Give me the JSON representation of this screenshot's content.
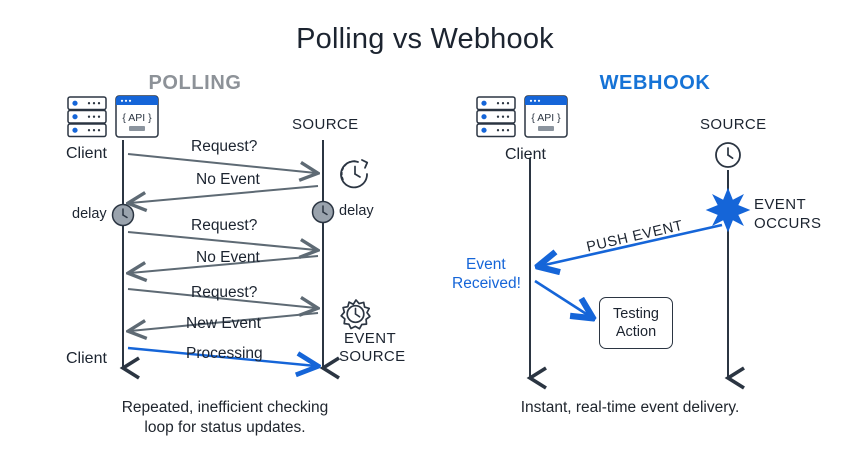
{
  "title": "Polling vs Webhook",
  "colors": {
    "accent_blue": "#1565d8",
    "header_gray": "#8d9298",
    "arrow_gray": "#5e6a74",
    "ink": "#1c2430"
  },
  "panels": {
    "polling": {
      "heading": "POLLING",
      "client_label_top": "Client",
      "client_label_bottom": "Client",
      "source_label": "SOURCE",
      "delay_left_label": "delay",
      "delay_right_label": "delay",
      "event_source_line1": "EVENT",
      "event_source_line2": "SOURCE",
      "icons": {
        "server": "server-rack-icon",
        "api": "api-window-icon",
        "api_text": "{ API }",
        "clock": "clock-refresh-icon",
        "delay_badge": "clock-badge-icon",
        "gear": "gear-clock-icon"
      },
      "messages": [
        {
          "text": "Request?",
          "dir": "right",
          "color": "gray"
        },
        {
          "text": "No Event",
          "dir": "left",
          "color": "gray"
        },
        {
          "text": "Request?",
          "dir": "right",
          "color": "gray"
        },
        {
          "text": "No Event",
          "dir": "left",
          "color": "gray"
        },
        {
          "text": "Request?",
          "dir": "right",
          "color": "gray"
        },
        {
          "text": "New Event",
          "dir": "left",
          "color": "gray"
        },
        {
          "text": "Processing",
          "dir": "right",
          "color": "blue"
        }
      ],
      "caption_line1": "Repeated, inefficient checking",
      "caption_line2": "loop for status updates."
    },
    "webhook": {
      "heading": "WEBHOOK",
      "client_label": "Client",
      "source_label": "SOURCE",
      "event_line1": "EVENT",
      "event_line2": "OCCURS",
      "push_label": "PUSH EVENT",
      "received_line1": "Event",
      "received_line2": "Received!",
      "action_box_line1": "Testing",
      "action_box_line2": "Action",
      "icons": {
        "server": "server-rack-icon",
        "api": "api-window-icon",
        "api_text": "{ API }",
        "clock": "clock-icon",
        "burst": "event-burst-icon"
      },
      "caption_line1": "Instant, real-time event delivery."
    }
  }
}
